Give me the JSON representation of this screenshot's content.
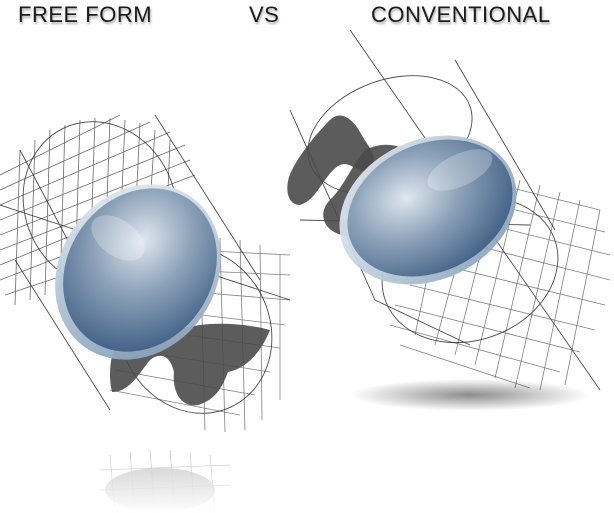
{
  "labels": {
    "left": "FREE FORM",
    "middle": "VS",
    "right": "CONVENTIONAL"
  },
  "colors": {
    "lens_dark": "#3f5f85",
    "lens_light": "#cfdbe8",
    "zone_fill": "#4a4a4a",
    "grid_line": "#2b2b2b"
  }
}
